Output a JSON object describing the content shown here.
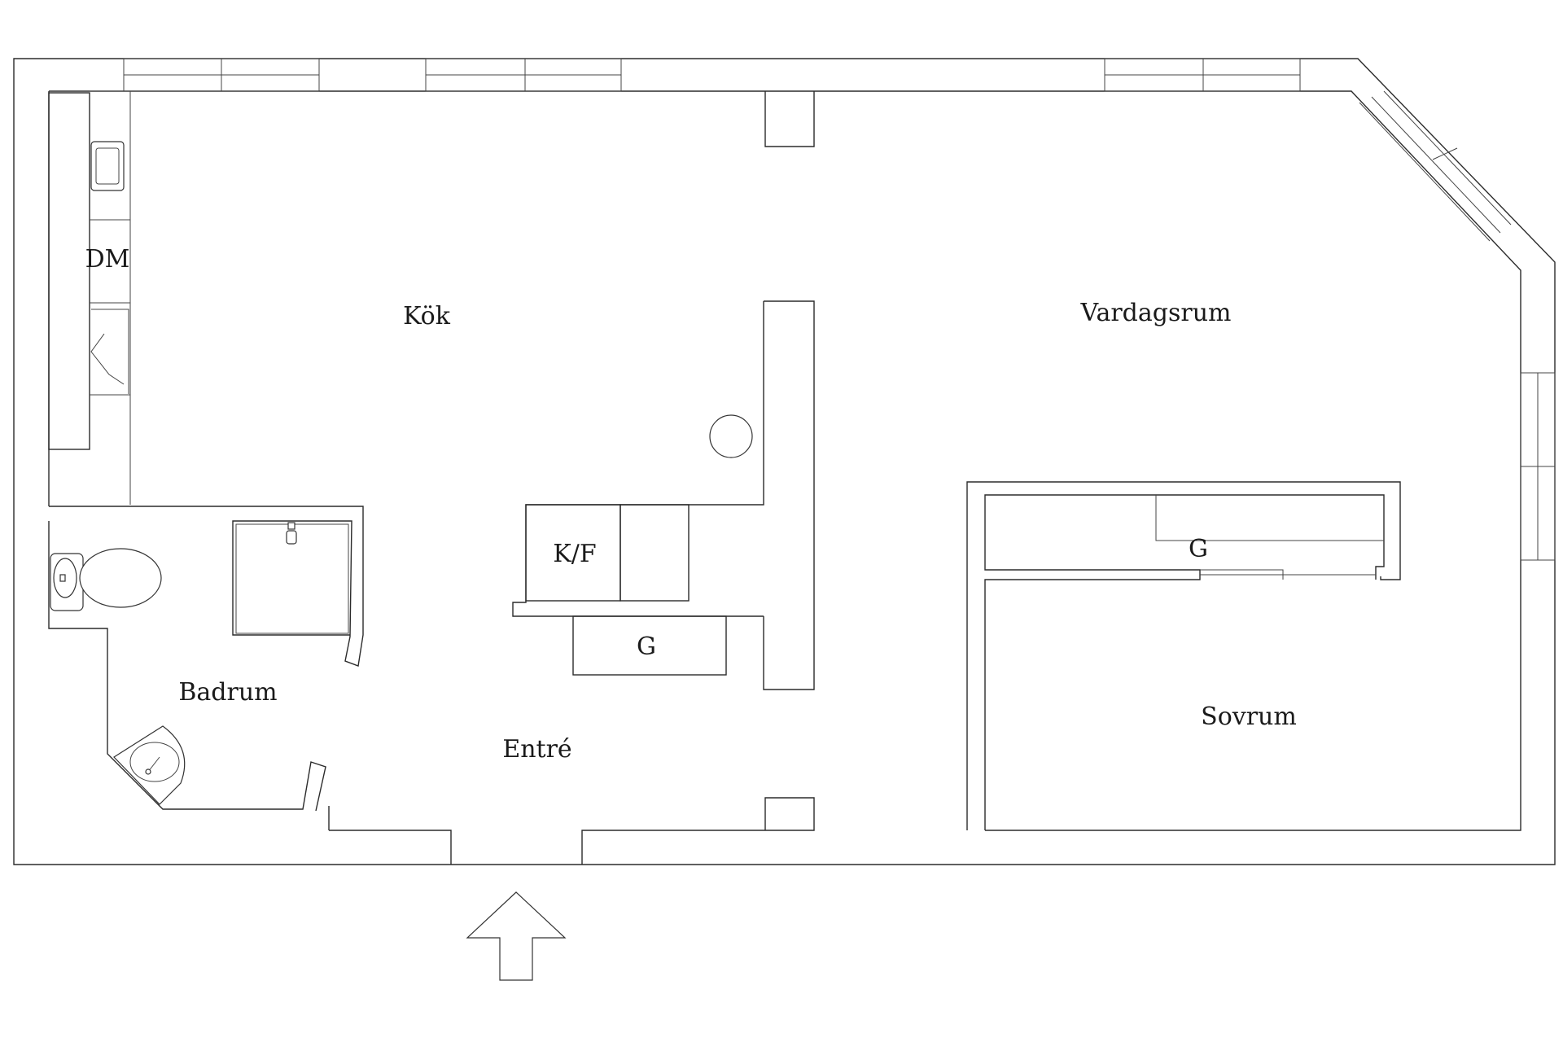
{
  "rooms": {
    "kok": "Kök",
    "vardagsrum": "Vardagsrum",
    "badrum": "Badrum",
    "entre": "Entré",
    "sovrum": "Sovrum"
  },
  "fixtures": {
    "dishwasher": "DM",
    "fridge_freezer": "K/F",
    "hall_closet": "G",
    "bedroom_closet": "G"
  },
  "colors": {
    "line": "#2b2b2b",
    "background": "#ffffff"
  },
  "icons": {
    "entrance": "entrance-arrow-icon"
  }
}
